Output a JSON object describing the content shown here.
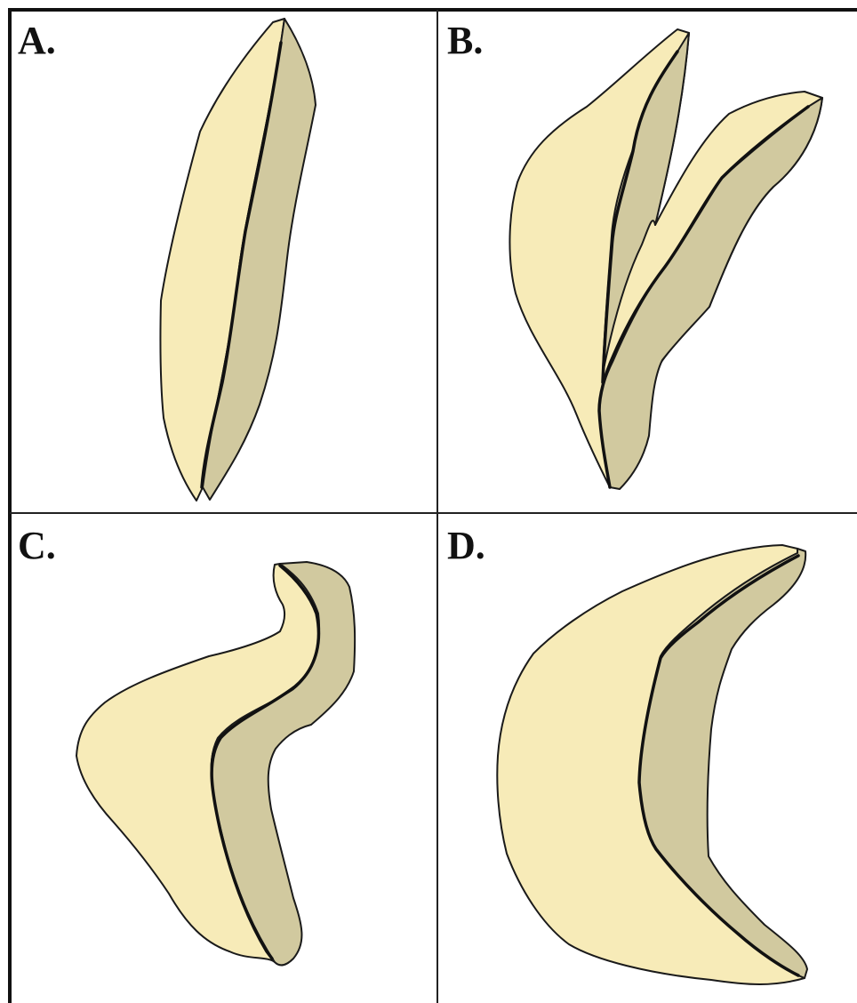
{
  "colors": {
    "light_side": "#f7ebb8",
    "dark_side": "#d1c99f",
    "outline": "#1a1a1a",
    "midrib": "#111111",
    "background": "#ffffff"
  },
  "panels": [
    {
      "label": "A.",
      "shape": "straight-leaf-icon"
    },
    {
      "label": "B.",
      "shape": "forked-leaf-icon"
    },
    {
      "label": "C.",
      "shape": "s-curved-leaf-icon"
    },
    {
      "label": "D.",
      "shape": "crescent-leaf-icon"
    }
  ]
}
